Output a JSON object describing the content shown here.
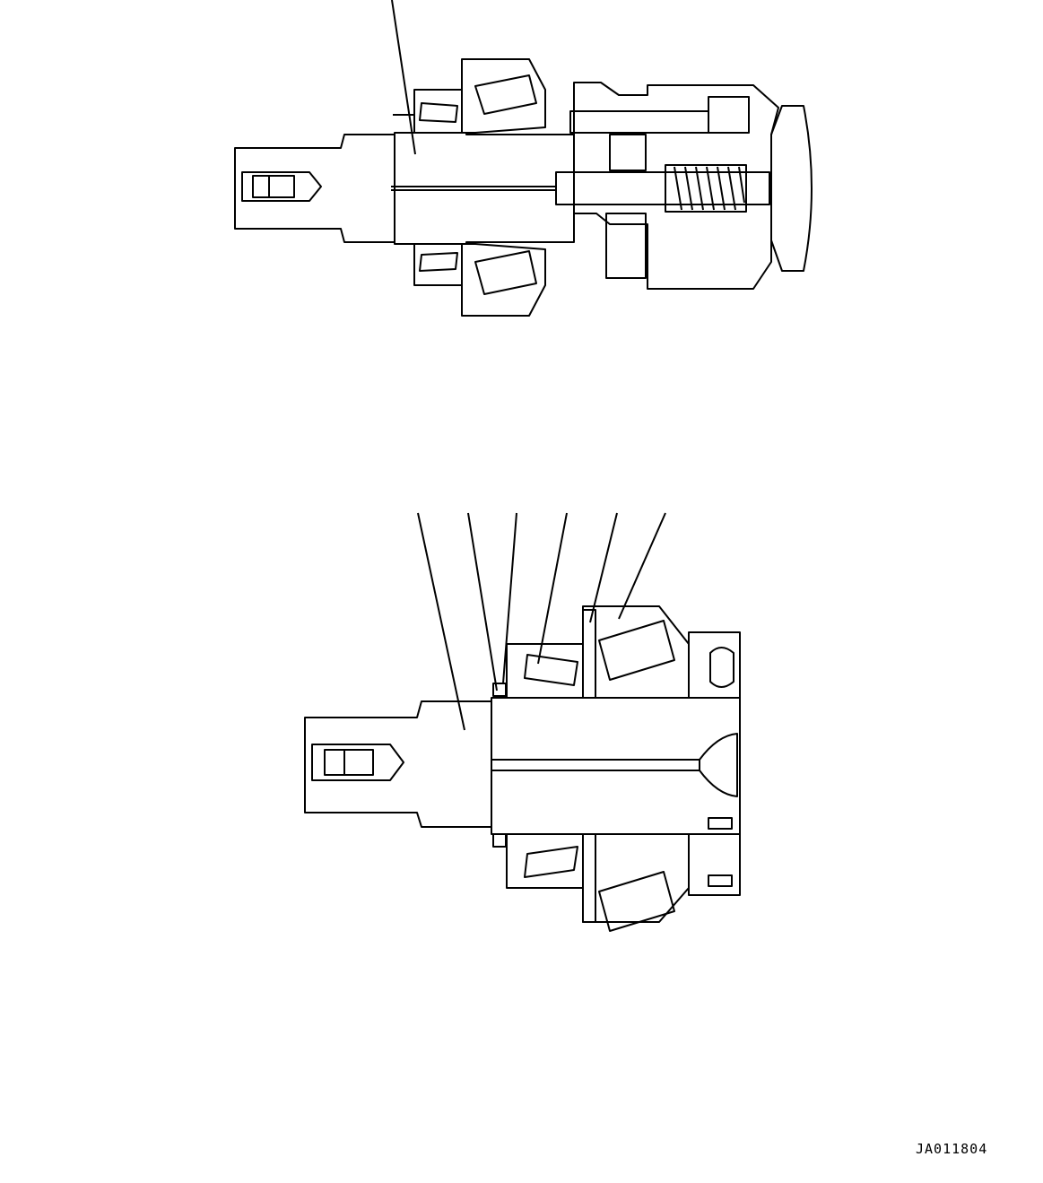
{
  "figure": {
    "reference_code": "JA011804",
    "top_view": {
      "leader_count": 1
    },
    "bottom_view": {
      "leader_count": 6
    }
  },
  "colors": {
    "line": "#000000",
    "background": "#ffffff"
  }
}
